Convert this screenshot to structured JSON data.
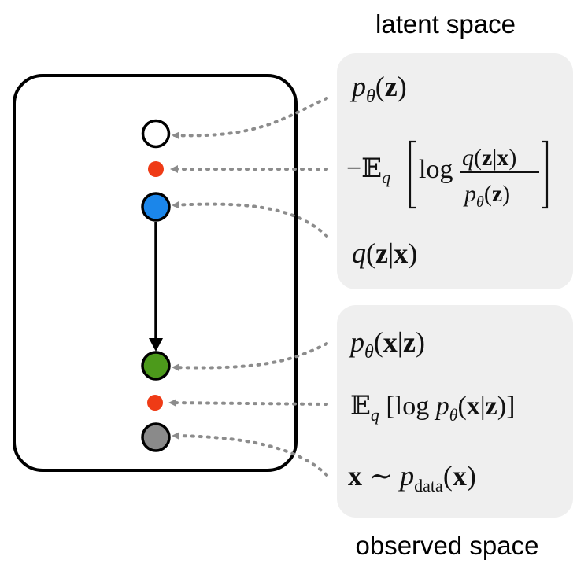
{
  "labels": {
    "latent_space": "latent space",
    "observed_space": "observed space"
  },
  "nodes": [
    {
      "id": "prior-z",
      "color": "#ffffff",
      "kind": "circle"
    },
    {
      "id": "kl-term",
      "color": "#ef3b16",
      "kind": "dot"
    },
    {
      "id": "posterior-z",
      "color": "#1b86ea",
      "kind": "circle"
    },
    {
      "id": "likelihood-x",
      "color": "#4c9a1b",
      "kind": "circle"
    },
    {
      "id": "reconstruction-term",
      "color": "#ef3b16",
      "kind": "dot"
    },
    {
      "id": "data-x",
      "color": "#8a8a8a",
      "kind": "circle"
    }
  ],
  "formulas": {
    "prior": "p_θ(z)",
    "kl": "−E_q [log q(z|x) / p_θ(z)]",
    "posterior": "q(z|x)",
    "likelihood": "p_θ(x|z)",
    "reconstruction": "E_q [log p_θ(x|z)]",
    "data": "x ∼ p_data(x)"
  },
  "colors": {
    "panel_fill": "#efefef",
    "connector": "#8c8c8c",
    "outline": "#000000"
  }
}
